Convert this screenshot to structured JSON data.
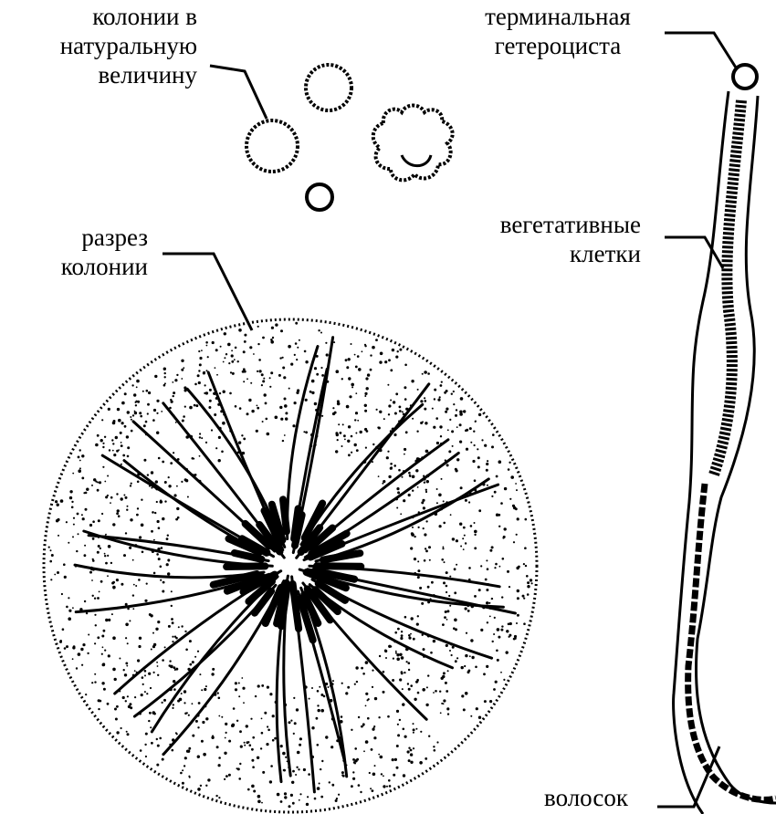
{
  "labels": {
    "colonies": [
      "колонии в",
      "натуральную",
      "величину"
    ],
    "section": [
      "разрез",
      "колонии"
    ],
    "heterocyst": [
      "терминальная",
      "гетероциста"
    ],
    "vegetative": [
      "вегетативные",
      "клетки"
    ],
    "hair": "волосок"
  },
  "colors": {
    "ink": "#000000",
    "background": "#ffffff"
  }
}
